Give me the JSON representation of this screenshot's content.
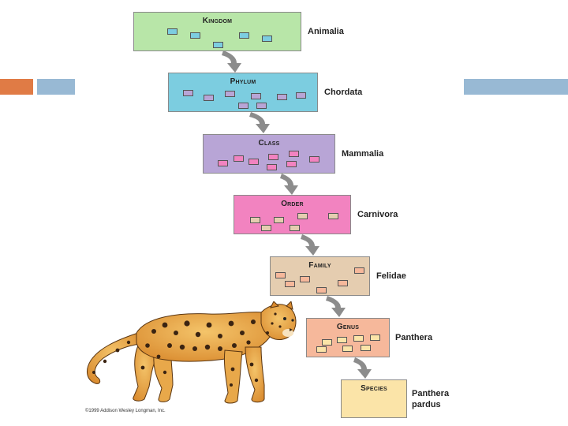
{
  "colors": {
    "accent_orange": "#e07b45",
    "accent_blue": "#98b9d4",
    "kingdom": "#b8e6a8",
    "phylum": "#7ccde0",
    "class": "#b8a5d6",
    "order": "#f283c0",
    "family": "#e5cdb0",
    "genus": "#f6b89b",
    "species": "#fbe4a8"
  },
  "taxonomy": [
    {
      "rank": "Kingdom",
      "name": "Animalia"
    },
    {
      "rank": "Phylum",
      "name": "Chordata"
    },
    {
      "rank": "Class",
      "name": "Mammalia"
    },
    {
      "rank": "Order",
      "name": "Carnivora"
    },
    {
      "rank": "Family",
      "name": "Felidae"
    },
    {
      "rank": "Genus",
      "name": "Panthera"
    },
    {
      "rank": "Species",
      "name": "Panthera pardus"
    }
  ],
  "illustration": {
    "icon": "leopard-icon"
  },
  "copyright": "©1999 Addison Wesley Longman, Inc."
}
